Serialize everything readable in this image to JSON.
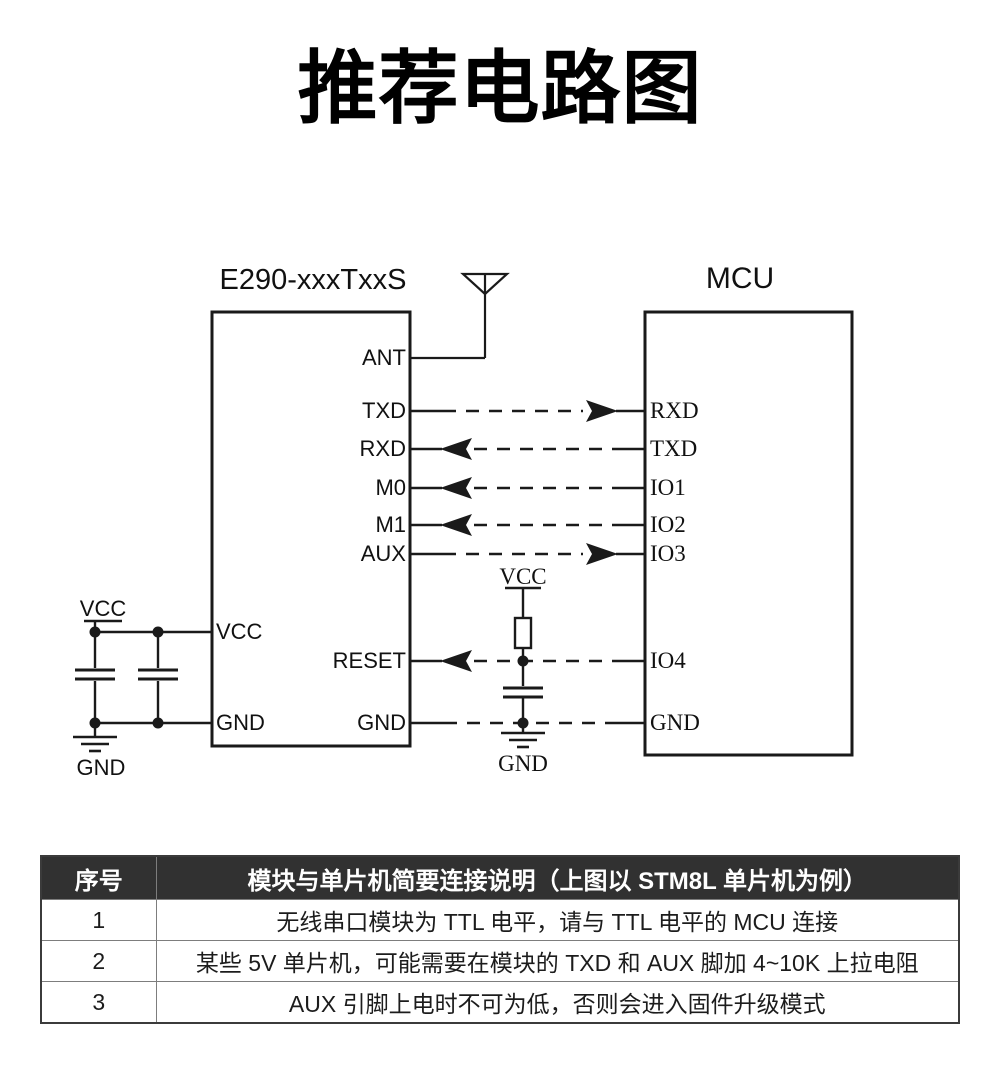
{
  "title": "推荐电路图",
  "diagram": {
    "module": {
      "title": "E290-xxxTxxS",
      "pins_right": [
        "ANT",
        "TXD",
        "RXD",
        "M0",
        "M1",
        "AUX",
        "RESET",
        "GND"
      ],
      "pins_left": [
        "VCC",
        "GND"
      ]
    },
    "mcu": {
      "title": "MCU",
      "pins_left": [
        "RXD",
        "TXD",
        "IO1",
        "IO2",
        "IO3",
        "IO4",
        "GND"
      ]
    },
    "power": {
      "vcc_left": "VCC",
      "gnd_left": "GND",
      "vcc_pullup": "VCC",
      "gnd_pullup": "GND"
    }
  },
  "table": {
    "headers": [
      "序号",
      "模块与单片机简要连接说明（上图以 STM8L 单片机为例）"
    ],
    "rows": [
      {
        "no": "1",
        "text": "无线串口模块为 TTL 电平，请与 TTL 电平的 MCU 连接"
      },
      {
        "no": "2",
        "text": "某些 5V 单片机，可能需要在模块的 TXD 和 AUX 脚加 4~10K 上拉电阻"
      },
      {
        "no": "3",
        "text": "AUX 引脚上电时不可为低，否则会进入固件升级模式"
      }
    ]
  },
  "colors": {
    "line": "#1a1a1a",
    "header_bg": "#313131",
    "header_text": "#ffffff",
    "table_border": "#7d7d7d"
  }
}
